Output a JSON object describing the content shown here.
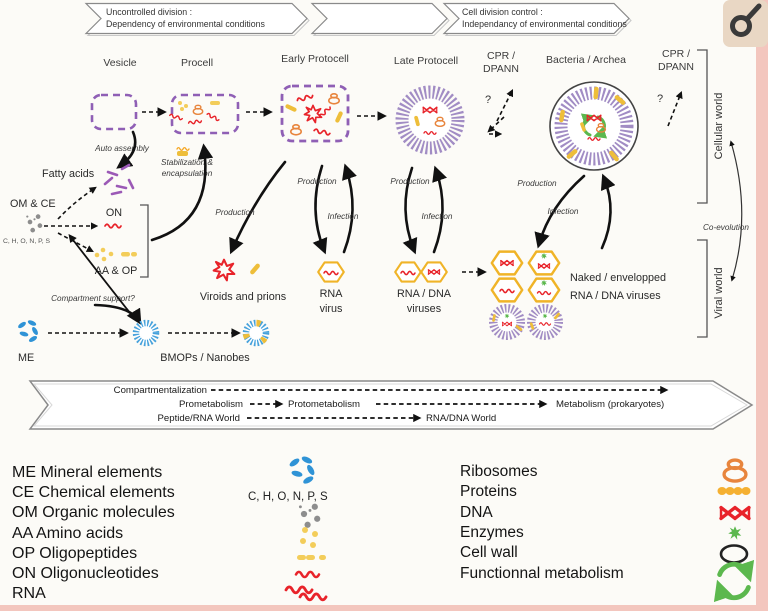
{
  "window": {
    "corner_symbol": "male-symbol"
  },
  "banner": {
    "a1l1": "Uncontrolled division :",
    "a1l2": "Dependency of environmental conditions",
    "a3l1": "Cell division control :",
    "a3l2": "Independancy of environmental conditions"
  },
  "stages": {
    "vesicle": "Vesicle",
    "procell": "Procell",
    "early": "Early Protocell",
    "late": "Late Protocell",
    "cpr1": "CPR /",
    "cpr2": "DPANN",
    "bacteria": "Bacteria / Archea",
    "question": "?"
  },
  "labels": {
    "auto_assembly": "Auto assembly",
    "stab1": "Stabilization &",
    "stab2": "encapsulation",
    "fatty_acids": "Fatty acids",
    "om_ce": "OM & CE",
    "chons": "C, H, O, N, P, S",
    "on": "ON",
    "aa_op": "AA & OP",
    "compartment_support": "Compartment support?",
    "me": "ME",
    "bmops": "BMOPs / Nanobes",
    "production": "Production",
    "infection": "Infection",
    "viroids": "Viroids and prions",
    "rna1": "RNA",
    "rna2": "virus",
    "rnadna1": "RNA / DNA",
    "rnadna2": "viruses",
    "naked1": "Naked / envelopped",
    "naked2": "RNA / DNA viruses",
    "cellular_world": "Cellular world",
    "viral_world": "Viral world",
    "co_evolution": "Co-evolution"
  },
  "timeline": {
    "compartmentalization": "Compartmentalization",
    "prometabolism": "Prometabolism",
    "protometabolism": "Protometabolism",
    "metabolism": "Metabolism (prokaryotes)",
    "peptide_world": "Peptide/RNA World",
    "rnadna_world": "RNA/DNA World"
  },
  "legend": {
    "left": [
      "ME Mineral elements",
      "CE Chemical elements",
      "OM Organic molecules",
      "AA Amino acids",
      "OP Oligopeptides",
      "ON Oligonucleotides",
      "RNA"
    ],
    "chons": "C, H, O, N, P, S",
    "right": [
      "Ribosomes",
      "Proteins",
      "DNA",
      "Enzymes",
      "Cell wall",
      "Functionnal metabolism"
    ]
  },
  "colors": {
    "membrane_purple": "#8f5fb5",
    "membrane_texture": "#a18cc4",
    "rna_red": "#e8232a",
    "rod_gold": "#eebe3a",
    "pale_yellow": "#f3cd5a",
    "ribosome_orange": "#e8853d",
    "protein_orange": "#f5b031",
    "mineral_blue": "#2f93d6",
    "bmop_blue": "#45a1dc",
    "metabolism_green": "#5cb84e",
    "molecule_gray": "#8d8d8d",
    "edge_pink": "#f3c6be",
    "corner_beige": "#e9d7c4"
  }
}
